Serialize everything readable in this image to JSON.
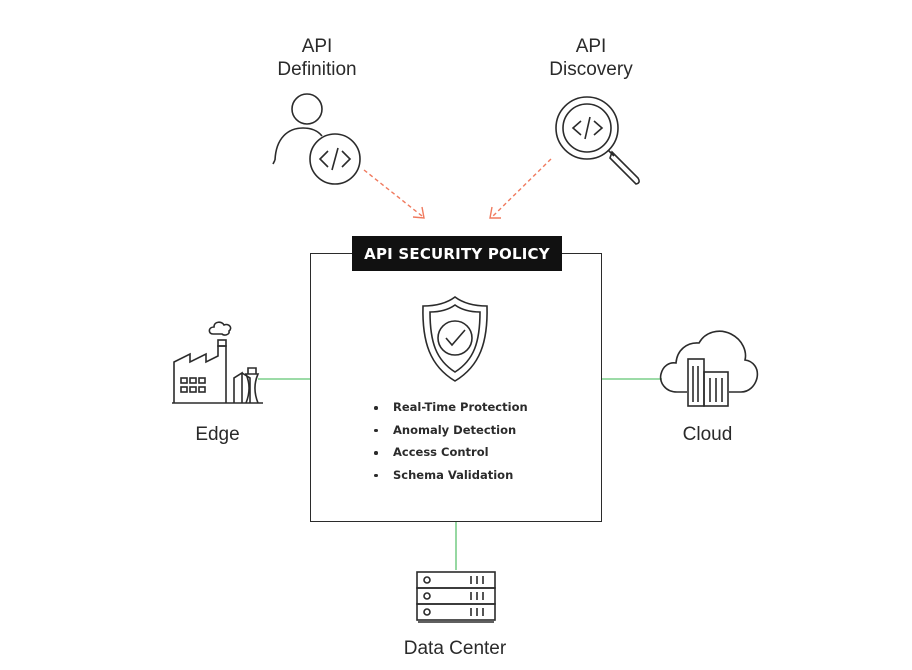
{
  "nodes": {
    "definition": {
      "line1": "API",
      "line2": "Definition",
      "icon": "person-code-icon"
    },
    "discovery": {
      "line1": "API",
      "line2": "Discovery",
      "icon": "magnifier-code-icon"
    },
    "edge": {
      "label": "Edge",
      "icon": "factory-icon"
    },
    "cloud": {
      "label": "Cloud",
      "icon": "cloud-building-icon"
    },
    "datacenter": {
      "label": "Data Center",
      "icon": "server-rack-icon"
    }
  },
  "policy": {
    "title": "API SECURITY POLICY",
    "icon": "shield-check-icon",
    "features": [
      "Real-Time Protection",
      "Anomaly Detection",
      "Access Control",
      "Schema Validation"
    ]
  },
  "colors": {
    "arrow": "#f07a5e",
    "connector": "#7ccf8a",
    "title_bg": "#111111",
    "line": "#2b2b2b"
  }
}
